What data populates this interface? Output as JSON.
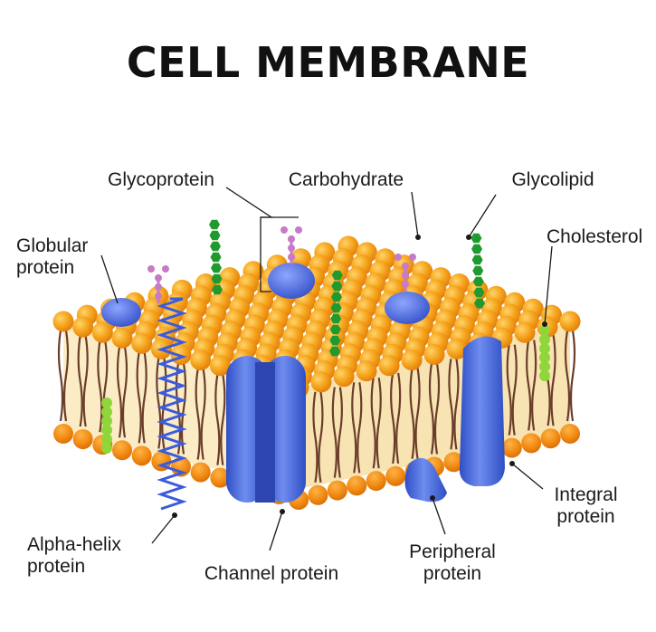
{
  "title": "CELL MEMBRANE",
  "labels": {
    "glycoprotein": "Glycoprotein",
    "carbohydrate": "Carbohydrate",
    "glycolipid": "Glycolipid",
    "globular_protein": [
      "Globular",
      "protein"
    ],
    "cholesterol": "Cholesterol",
    "integral_protein": [
      "Integral",
      "protein"
    ],
    "alpha_helix_protein": [
      "Alpha-helix",
      "protein"
    ],
    "channel_protein": "Channel protein",
    "peripheral_protein": [
      "Peripheral",
      "protein"
    ]
  },
  "colors": {
    "lipid_head": "#f5a41c",
    "lipid_head_dark": "#e87f0c",
    "lipid_tail": "#6b3d2a",
    "interior": "#fbecc6",
    "protein": "#4b6de0",
    "protein_dark": "#2f4fc4",
    "glyco_chain": "#1f9a2e",
    "carb_chain": "#c77bc7",
    "cholesterol": "#8fd63a"
  }
}
